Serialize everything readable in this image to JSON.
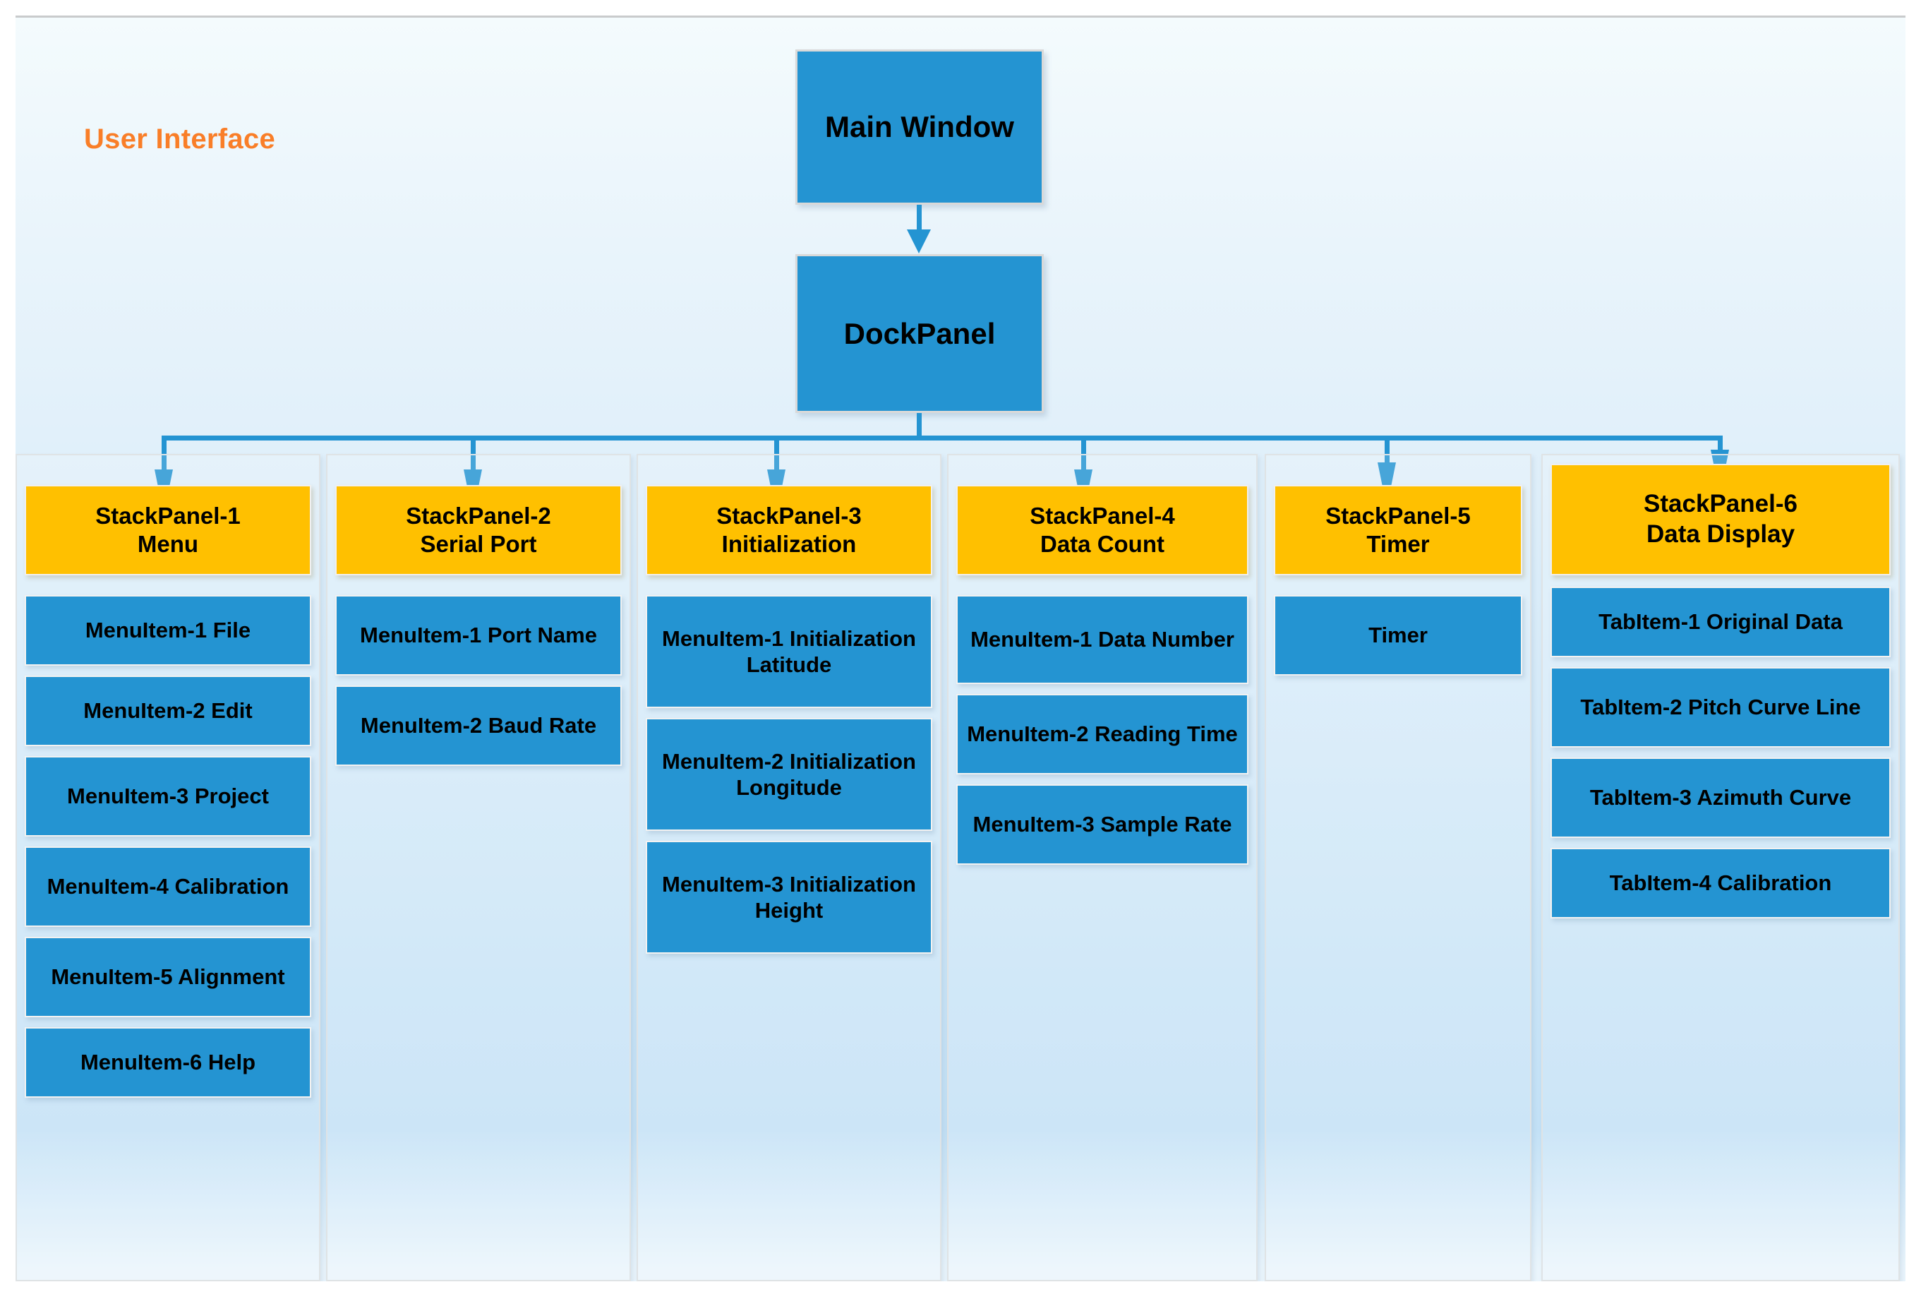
{
  "diagram": {
    "section_label": "User Interface",
    "root": "Main Window",
    "second": "DockPanel",
    "accent_orange": "#F97E28",
    "header_yellow": "#FFC000",
    "node_blue": "#2494D2",
    "arrow_blue": "#2494D2"
  },
  "columns": [
    {
      "title_line1": "StackPanel-1",
      "title_line2": "Menu",
      "items": [
        {
          "label": "MenuItem-1 File",
          "h": 100
        },
        {
          "label": "MenuItem-2 Edit",
          "h": 100
        },
        {
          "label": "MenuItem-3 Project",
          "h": 114
        },
        {
          "label": "MenuItem-4 Calibration",
          "h": 114
        },
        {
          "label": "MenuItem-5 Alignment",
          "h": 114
        },
        {
          "label": "MenuItem-6 Help",
          "h": 100
        }
      ]
    },
    {
      "title_line1": "StackPanel-2",
      "title_line2": "Serial Port",
      "items": [
        {
          "label": "MenuItem-1 Port Name",
          "h": 114
        },
        {
          "label": "MenuItem-2 Baud Rate",
          "h": 114
        }
      ]
    },
    {
      "title_line1": "StackPanel-3",
      "title_line2": "Initialization",
      "items": [
        {
          "label": "MenuItem-1 Initialization Latitude",
          "h": 160
        },
        {
          "label": "MenuItem-2 Initialization Longitude",
          "h": 160
        },
        {
          "label": "MenuItem-3 Initialization Height",
          "h": 160
        }
      ]
    },
    {
      "title_line1": "StackPanel-4",
      "title_line2": "Data Count",
      "items": [
        {
          "label": "MenuItem-1 Data Number",
          "h": 126
        },
        {
          "label": "MenuItem-2 Reading Time",
          "h": 114
        },
        {
          "label": "MenuItem-3 Sample Rate",
          "h": 114
        }
      ]
    },
    {
      "title_line1": "StackPanel-5",
      "title_line2": "Timer",
      "items": [
        {
          "label": "Timer",
          "h": 114
        }
      ]
    },
    {
      "title_line1": "StackPanel-6",
      "title_line2": "Data Display",
      "items": [
        {
          "label": "TabItem-1 Original Data",
          "h": 100
        },
        {
          "label": "TabItem-2 Pitch Curve Line",
          "h": 114
        },
        {
          "label": "TabItem-3 Azimuth Curve",
          "h": 114
        },
        {
          "label": "TabItem-4 Calibration",
          "h": 100
        }
      ]
    }
  ]
}
